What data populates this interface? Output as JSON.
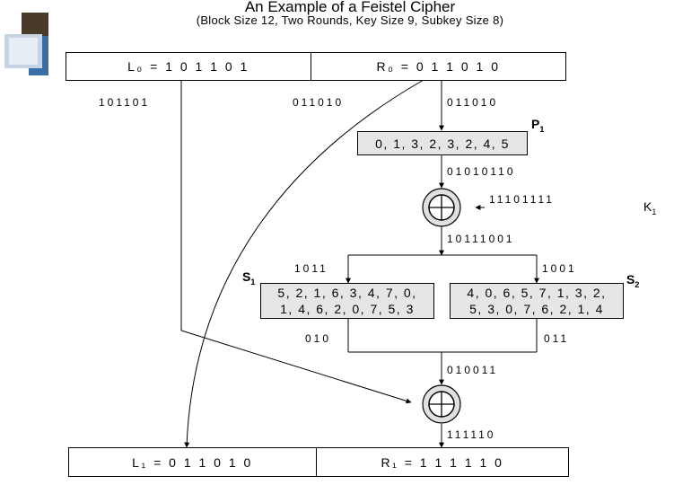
{
  "title": "An Example of a Feistel Cipher",
  "subtitle": "(Block Size 12, Two Rounds, Key Size 9, Subkey Size 8)",
  "top_boxes": {
    "l0": "L₀ = 1 0 1 1 0 1",
    "r0": "R₀ = 0 1 1 0 1 0"
  },
  "bottom_boxes": {
    "l1": "L₁ = 0 1 1 0 1 0",
    "r1": "R₁ = 1 1 1 1 1 0"
  },
  "bits": {
    "left_out": "101101",
    "right_copy": "011010",
    "right_in": "011010",
    "p1_out": "01010110",
    "k1_value": "11101111",
    "xor1_out": "10111001",
    "s1_in": "1011",
    "s2_in": "1001",
    "s1_out": "010",
    "s2_out": "011",
    "combined": "010011",
    "xor2_out": "111110"
  },
  "labels": {
    "p1": "P",
    "p1_sub": "1",
    "k1": "K",
    "k1_sub": "1",
    "s1": "S",
    "s1_sub": "1",
    "s2": "S",
    "s2_sub": "2"
  },
  "p1_box": "0, 1, 3, 2, 3, 2, 4, 5",
  "s1_box": {
    "row1": "5, 2, 1, 6, 3, 4, 7, 0,",
    "row2": "1, 4, 6, 2, 0, 7, 5, 3"
  },
  "s2_box": {
    "row1": "4, 0, 6, 5, 7, 1, 3, 2,",
    "row2": "5, 3, 0, 7, 6, 2, 1, 4"
  },
  "colors": {
    "logo_dark": "#4a3a2a",
    "logo_blue": "#3a6ea5",
    "logo_light": "#c8d3e3",
    "box_gray": "#e6e6e6"
  }
}
